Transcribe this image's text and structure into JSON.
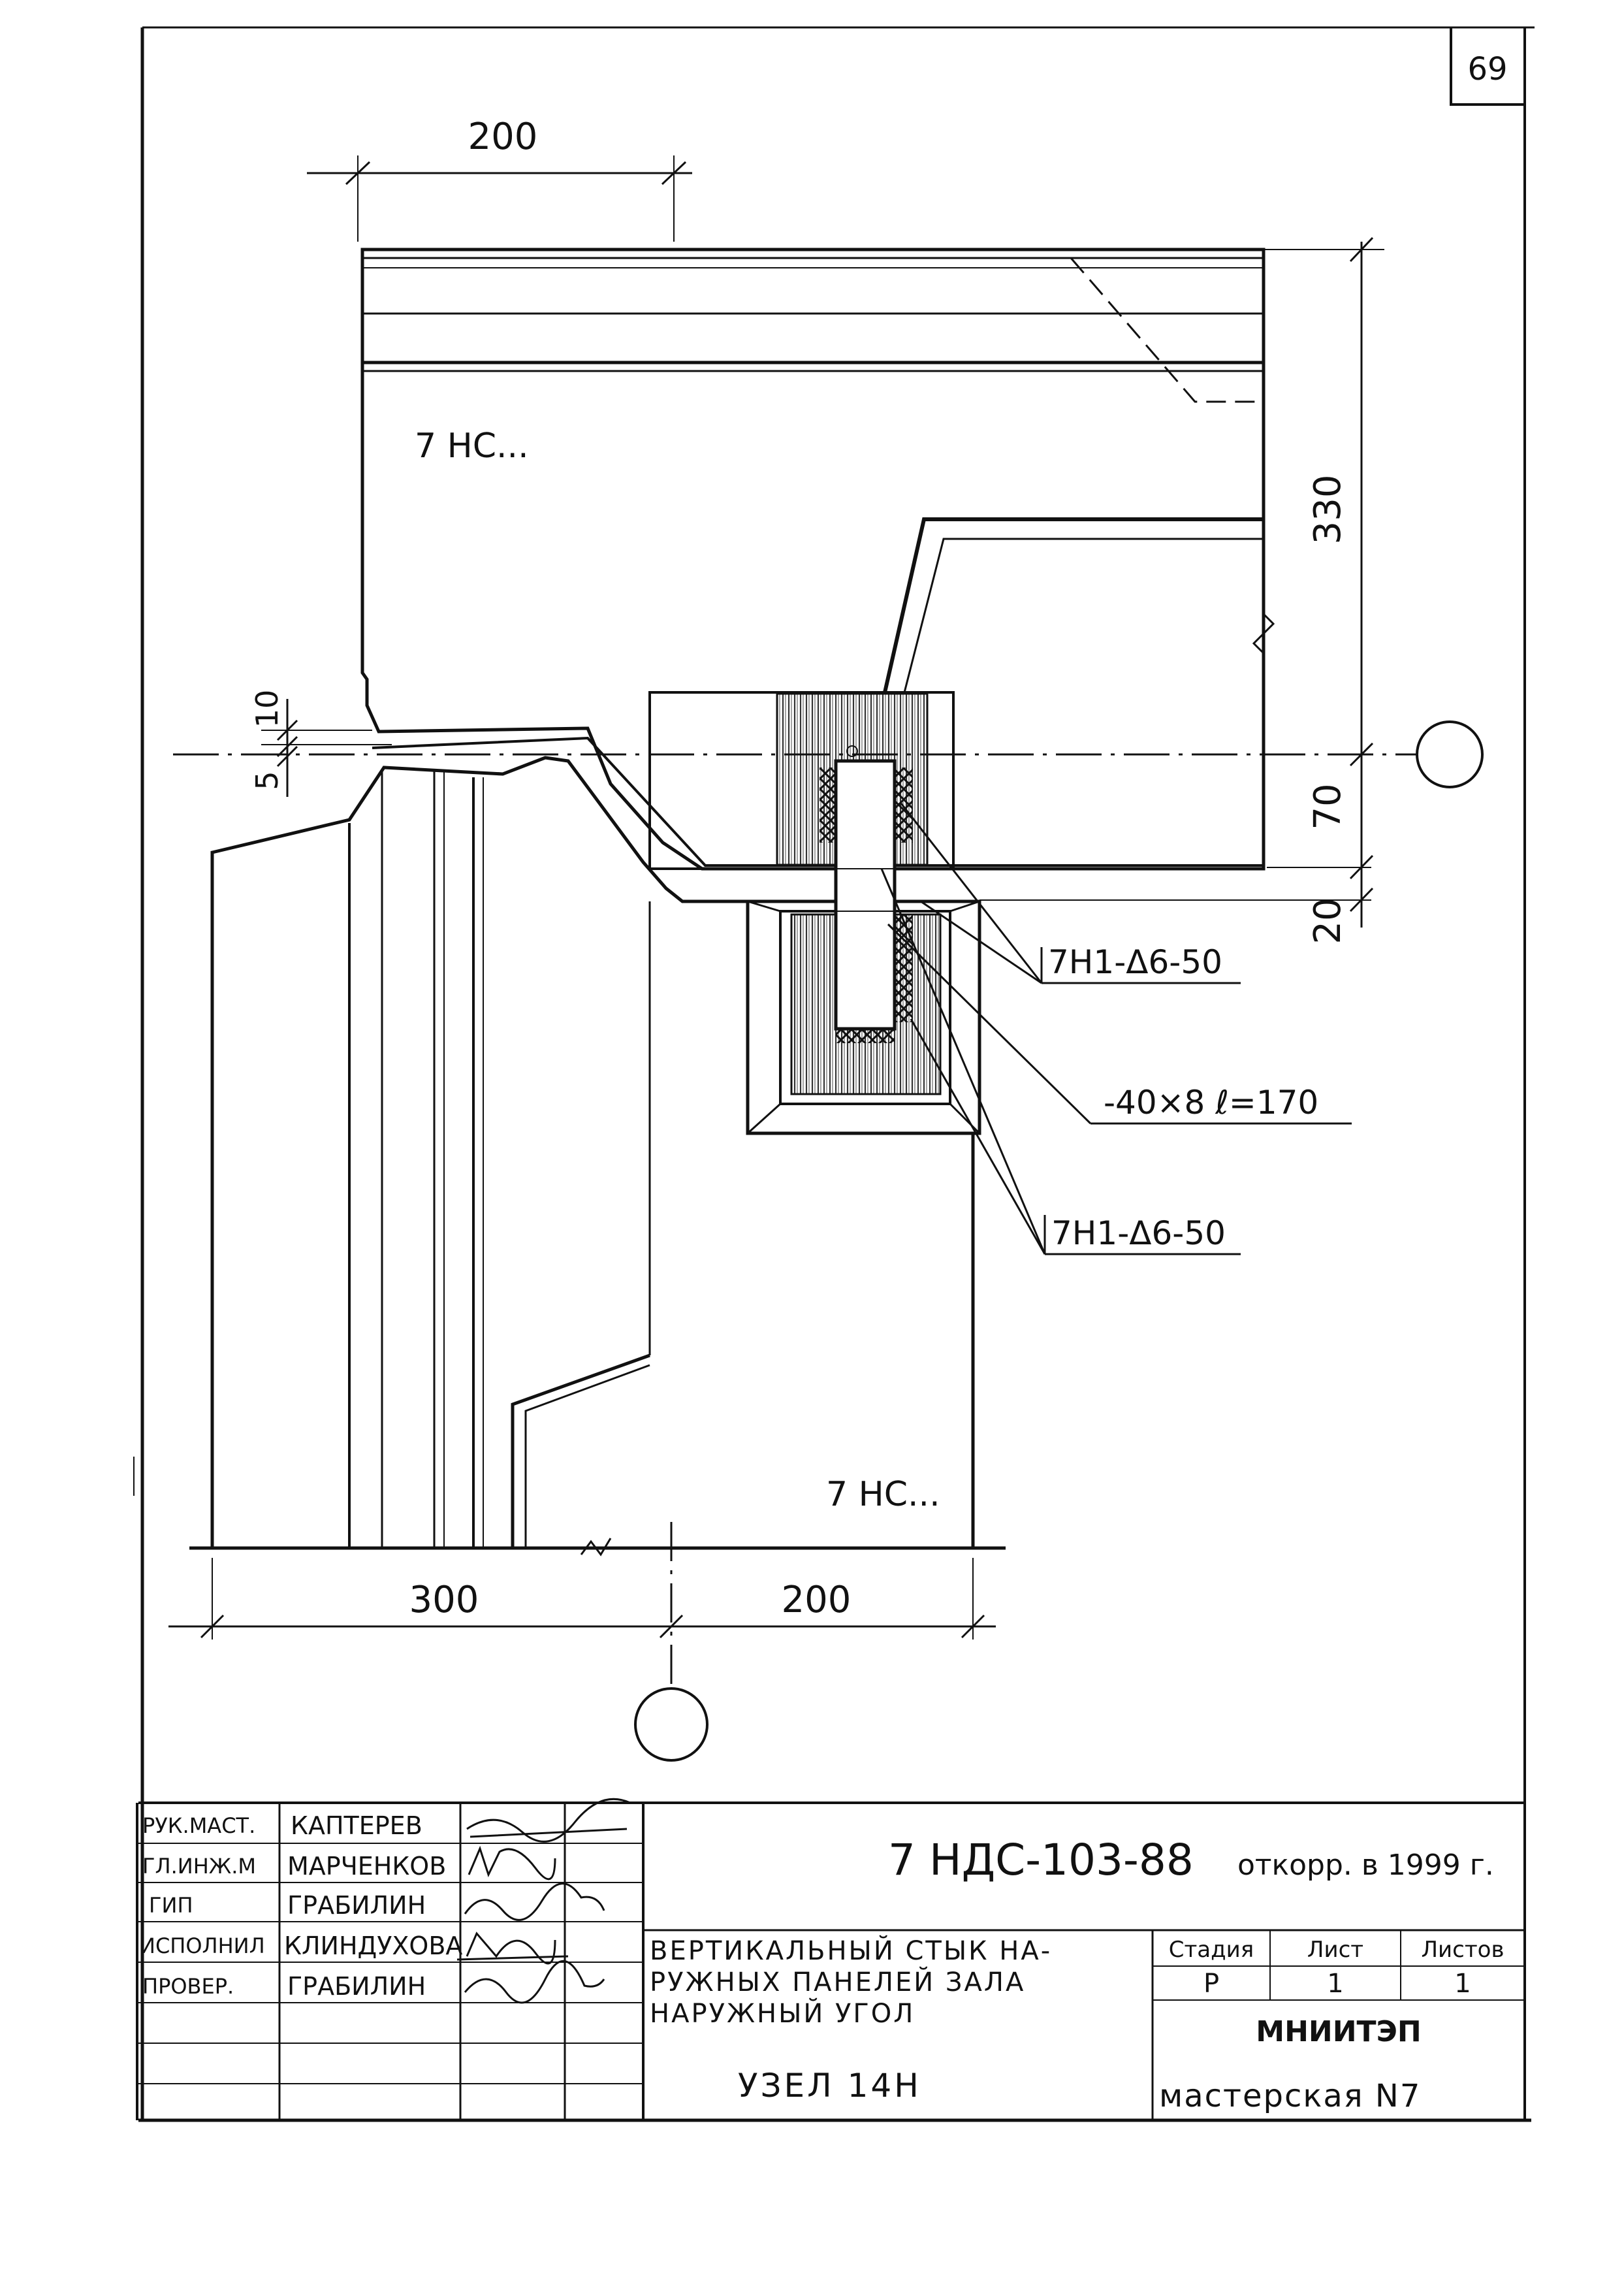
{
  "sheet_number": "69",
  "drawing": {
    "dim_top": "200",
    "dim_right_330": "330",
    "dim_right_70": "70",
    "dim_right_20": "20",
    "dim_left_10": "10",
    "dim_left_5": "5",
    "dim_bottom_300": "300",
    "dim_bottom_200": "200",
    "panel_top_label": "7 НС...",
    "panel_bottom_label": "7 НС...",
    "callout_1": "7Н1-Δ6-50",
    "callout_2": "-40×8 ℓ=170",
    "callout_3": "7Н1-Δ6-50"
  },
  "title_block": {
    "roles": [
      "РУК.МАСТ.",
      "ГЛ.ИНЖ.М",
      "ГИП",
      "ИСПОЛНИЛ",
      "ПРОВЕР."
    ],
    "names": [
      "КАПТЕРЕВ",
      "МАРЧЕНКОВ",
      "ГРАБИЛИН",
      "КЛИНДУХОВА",
      "ГРАБИЛИН"
    ],
    "code": "7 НДС-103-88",
    "code_note": "откорр. в 1999 г.",
    "title_lines": [
      "ВЕРТИКАЛЬНЫЙ СТЫК НА-",
      "РУЖНЫХ ПАНЕЛЕЙ ЗАЛА",
      "НАРУЖНЫЙ УГОЛ"
    ],
    "node": "УЗЕЛ 14Н",
    "stage_header": "Стадия",
    "sheet_header": "Лист",
    "sheets_header": "Листов",
    "stage_value": "Р",
    "sheet_value": "1",
    "sheets_value": "1",
    "organization": "МНИИТЭП",
    "workshop": "мастерская N7"
  }
}
